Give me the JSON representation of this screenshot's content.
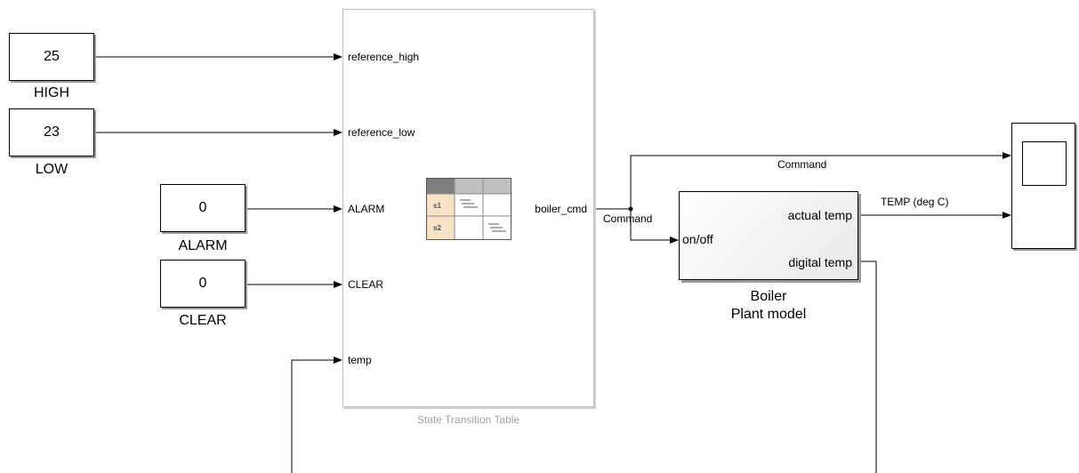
{
  "constants": [
    {
      "id": "high",
      "value": "25",
      "label": "HIGH"
    },
    {
      "id": "low",
      "value": "23",
      "label": "LOW"
    },
    {
      "id": "alarm",
      "value": "0",
      "label": "ALARM"
    },
    {
      "id": "clear",
      "value": "0",
      "label": "CLEAR"
    }
  ],
  "stt": {
    "caption": "State Transition Table",
    "inputs": [
      "reference_high",
      "reference_low",
      "ALARM",
      "CLEAR",
      "temp"
    ],
    "output": "boiler_cmd",
    "icon_states": [
      "s1",
      "s2"
    ]
  },
  "plant": {
    "input": "on/off",
    "outputs": [
      "actual temp",
      "digital temp"
    ],
    "label_line1": "Boiler",
    "label_line2": "Plant model"
  },
  "signals": {
    "command_top": "Command",
    "command_branch": "Command",
    "temp": "TEMP (deg C)"
  },
  "colors": {
    "line": "#000000",
    "block_shadow": "#9a9a9a",
    "stt_border": "#bdbdbd",
    "caption": "#a0a0a0",
    "icon_header": "#7f7f7f",
    "icon_state": "#f8e2c6"
  }
}
